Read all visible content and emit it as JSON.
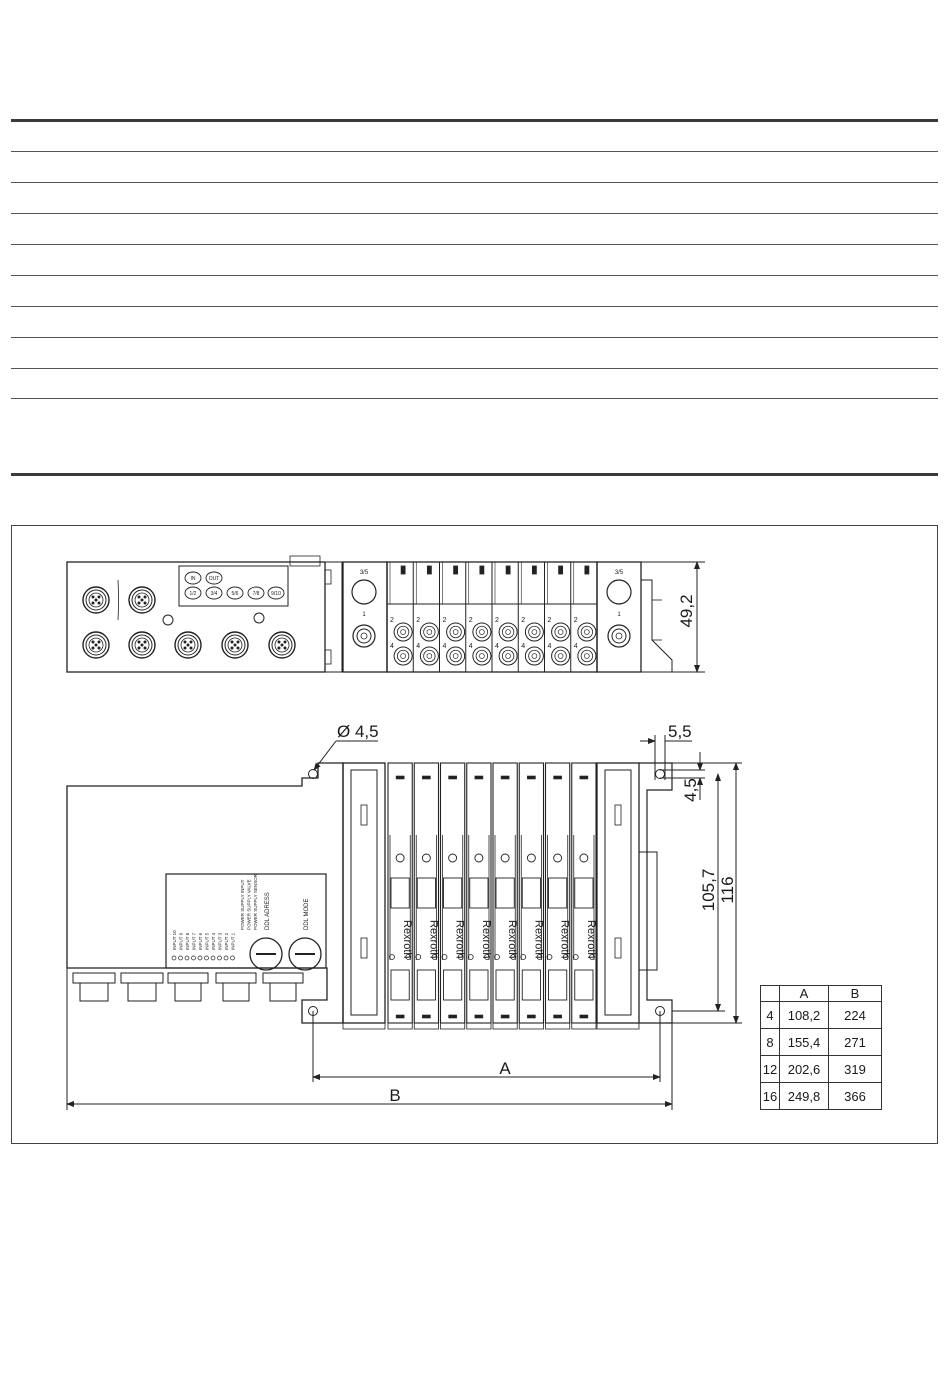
{
  "dimensions": {
    "height_top": "49,2",
    "hole_diameter": "Ø 4,5",
    "offset_x": "5,5",
    "offset_y": "4,5",
    "pitch_height": "105,7",
    "total_height": "116",
    "label_A": "A",
    "label_B": "B"
  },
  "top_view": {
    "port_35_left": "3/5",
    "port_1_left": "1",
    "port_35_right": "3/5",
    "port_1_right": "1",
    "valve_port_2": "2",
    "valve_port_4": "4",
    "module_tags": [
      "IN",
      "OUT",
      "1/2",
      "3/4",
      "5/6",
      "7/8",
      "9/10"
    ]
  },
  "front_view": {
    "brand": "Rexroth",
    "io_labels": [
      "INPUT 10",
      "INPUT 9",
      "INPUT 8",
      "INPUT 7",
      "INPUT 6",
      "INPUT 5",
      "INPUT 4",
      "INPUT 3",
      "INPUT 2",
      "INPUT 1"
    ],
    "power_labels": [
      "POWER SUPPLY INPUT",
      "POWER SUPPLY VALVE",
      "POWER SUPPLY SENSOR"
    ],
    "dol_adress": "DDL ADRESS",
    "dol_mode": "DDL MODE"
  },
  "dim_table": {
    "headers": [
      "",
      "A",
      "B"
    ],
    "rows": [
      [
        "4",
        "108,2",
        "224"
      ],
      [
        "8",
        "155,4",
        "271"
      ],
      [
        "12",
        "202,6",
        "319"
      ],
      [
        "16",
        "249,8",
        "366"
      ]
    ]
  }
}
